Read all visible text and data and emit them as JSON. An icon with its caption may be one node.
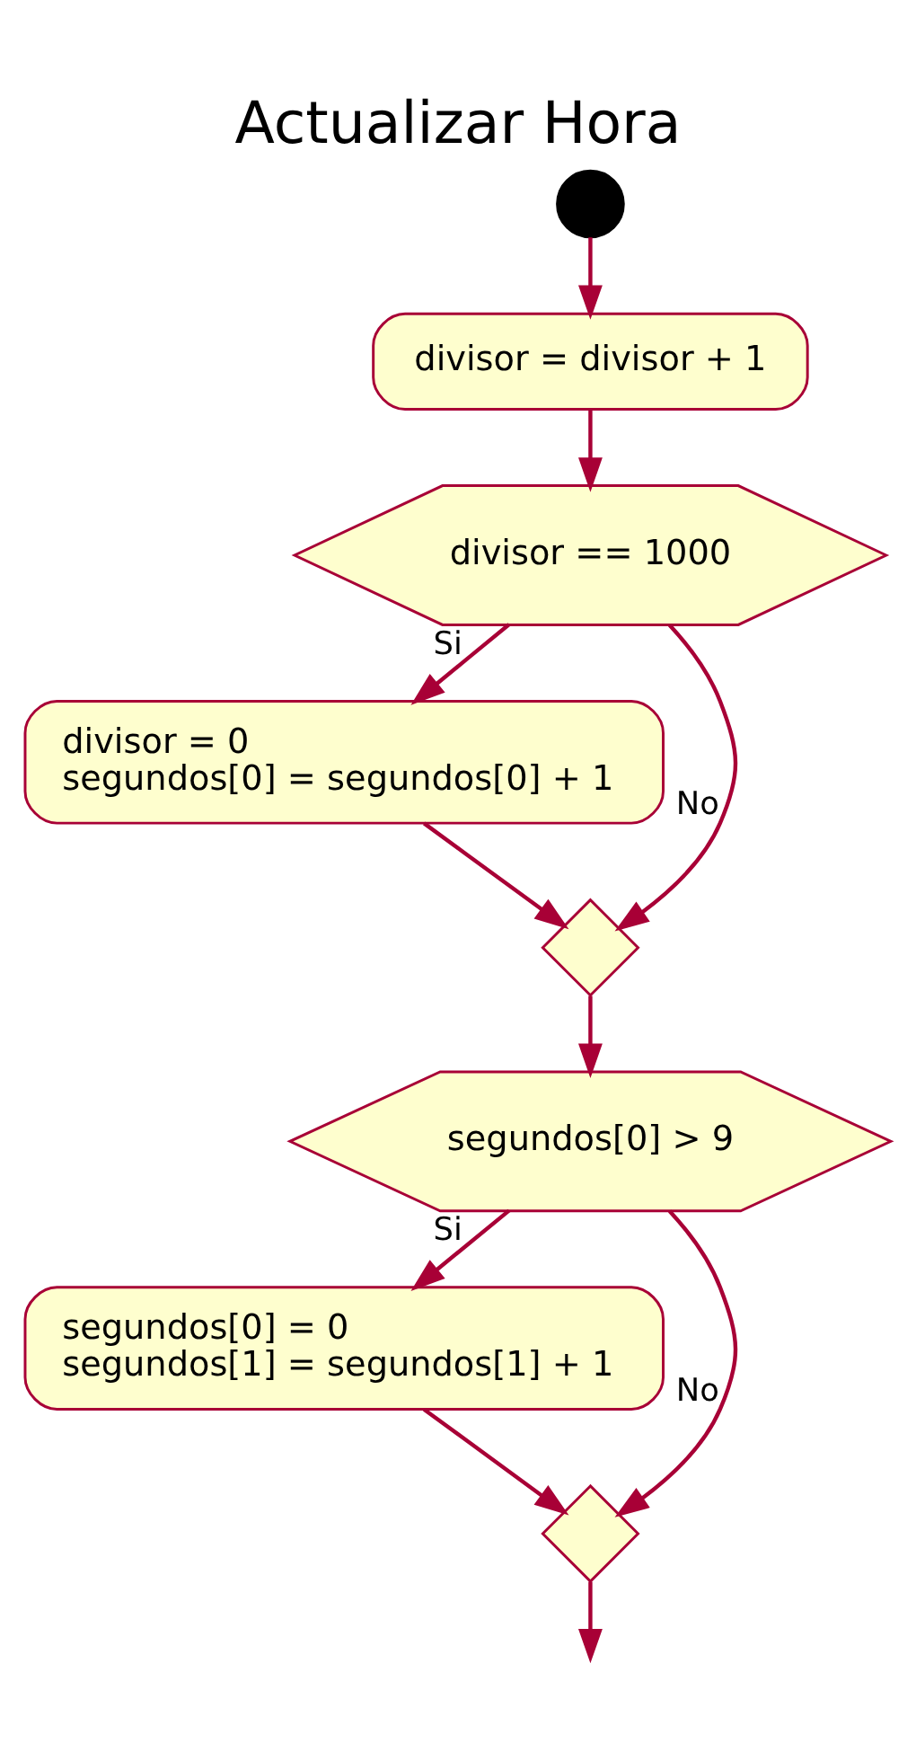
{
  "diagram": {
    "title": "Actualizar Hora",
    "nodes": [
      {
        "text": [],
        "shape": "circle"
      },
      {
        "text": [
          "divisor = divisor + 1"
        ]
      },
      {
        "text": [
          "divisor == 1000"
        ]
      },
      {
        "text": [
          "divisor = 0",
          "segundos[0] = segundos[0] + 1"
        ]
      },
      {
        "text": [],
        "shape": "diamond"
      },
      {
        "text": [
          "segundos[0] > 9"
        ]
      },
      {
        "text": [
          "segundos[0] = 0",
          "segundos[1] = segundos[1] + 1"
        ]
      },
      {
        "text": [],
        "shape": "diamond"
      }
    ],
    "edges": [
      {
        "from": 0,
        "to": 1,
        "arrow": "to"
      },
      {
        "from": 1,
        "to": 2,
        "arrow": "to"
      },
      {
        "from": 2,
        "to": 3,
        "arrow": "to",
        "label": "Si"
      },
      {
        "from": 2,
        "to": 4,
        "arrow": "to",
        "label": "No"
      },
      {
        "from": 3,
        "to": 4,
        "arrow": "to"
      },
      {
        "from": 4,
        "to": 5,
        "arrow": "to"
      },
      {
        "from": 5,
        "to": 6,
        "arrow": "to",
        "label": "Si"
      },
      {
        "from": 5,
        "to": 7,
        "arrow": "to",
        "label": "No"
      },
      {
        "from": 6,
        "to": 7,
        "arrow": "to"
      },
      {
        "from": 7,
        "to": null,
        "arrow": "to"
      }
    ]
  }
}
